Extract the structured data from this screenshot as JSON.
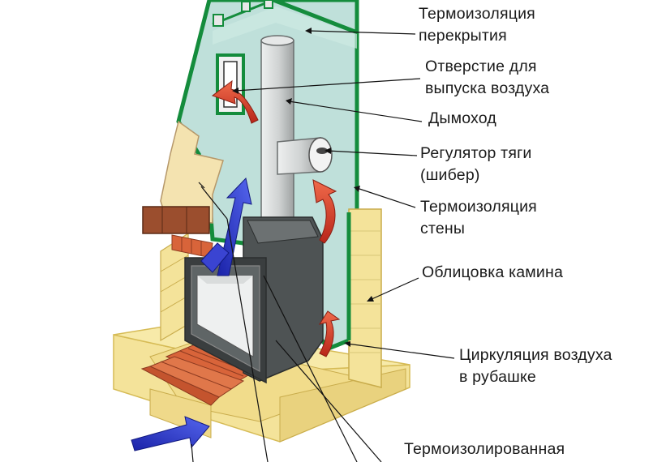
{
  "labels": {
    "ceiling_insulation": [
      "Термоизоляция",
      "перекрытия"
    ],
    "air_outlet": [
      "Отверстие для",
      "выпуска воздуха"
    ],
    "chimney": [
      "Дымоход"
    ],
    "draft_regulator": [
      "Регулятор тяги",
      "(шибер)"
    ],
    "wall_insulation": [
      "Термоизоляция",
      "стены"
    ],
    "fireplace_cladding": [
      "Облицовка камина"
    ],
    "jacket_circulation": [
      "Циркуляция воздуха",
      "в рубашке"
    ],
    "insulated_bottom": [
      "Термоизолированная"
    ]
  },
  "colors": {
    "hood_fill": "#bfe0da",
    "insulation_green": "#148c3c",
    "brick_yellow": "#f4e39a",
    "brick_orange": "#d8643a",
    "arrow_red": "#d83a24",
    "arrow_blue": "#2c35c8",
    "firebox_gray": "#4e5354",
    "chimney_gray": "#d5d7d7"
  }
}
